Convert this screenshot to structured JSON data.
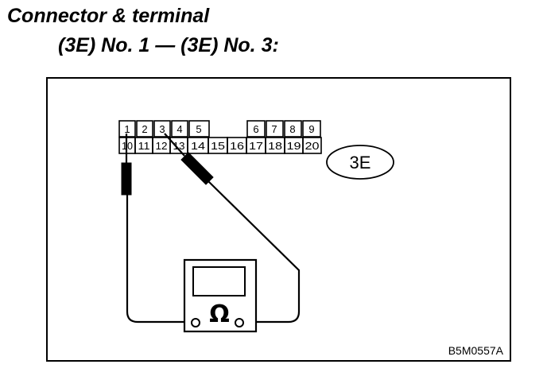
{
  "heading": {
    "title": "Connector & terminal",
    "subtitle": "(3E) No. 1 — (3E) No. 3:"
  },
  "connector": {
    "label": "3E",
    "top_row": [
      "1",
      "2",
      "3",
      "4",
      "5",
      "",
      "6",
      "7",
      "8",
      "9"
    ],
    "bottom_row": [
      "10",
      "11",
      "12",
      "13",
      "14",
      "15",
      "16",
      "17",
      "18",
      "19",
      "20"
    ]
  },
  "meter": {
    "symbol": "Ω",
    "icon": "ohmmeter-icon"
  },
  "figure_code": "B5M0557A"
}
